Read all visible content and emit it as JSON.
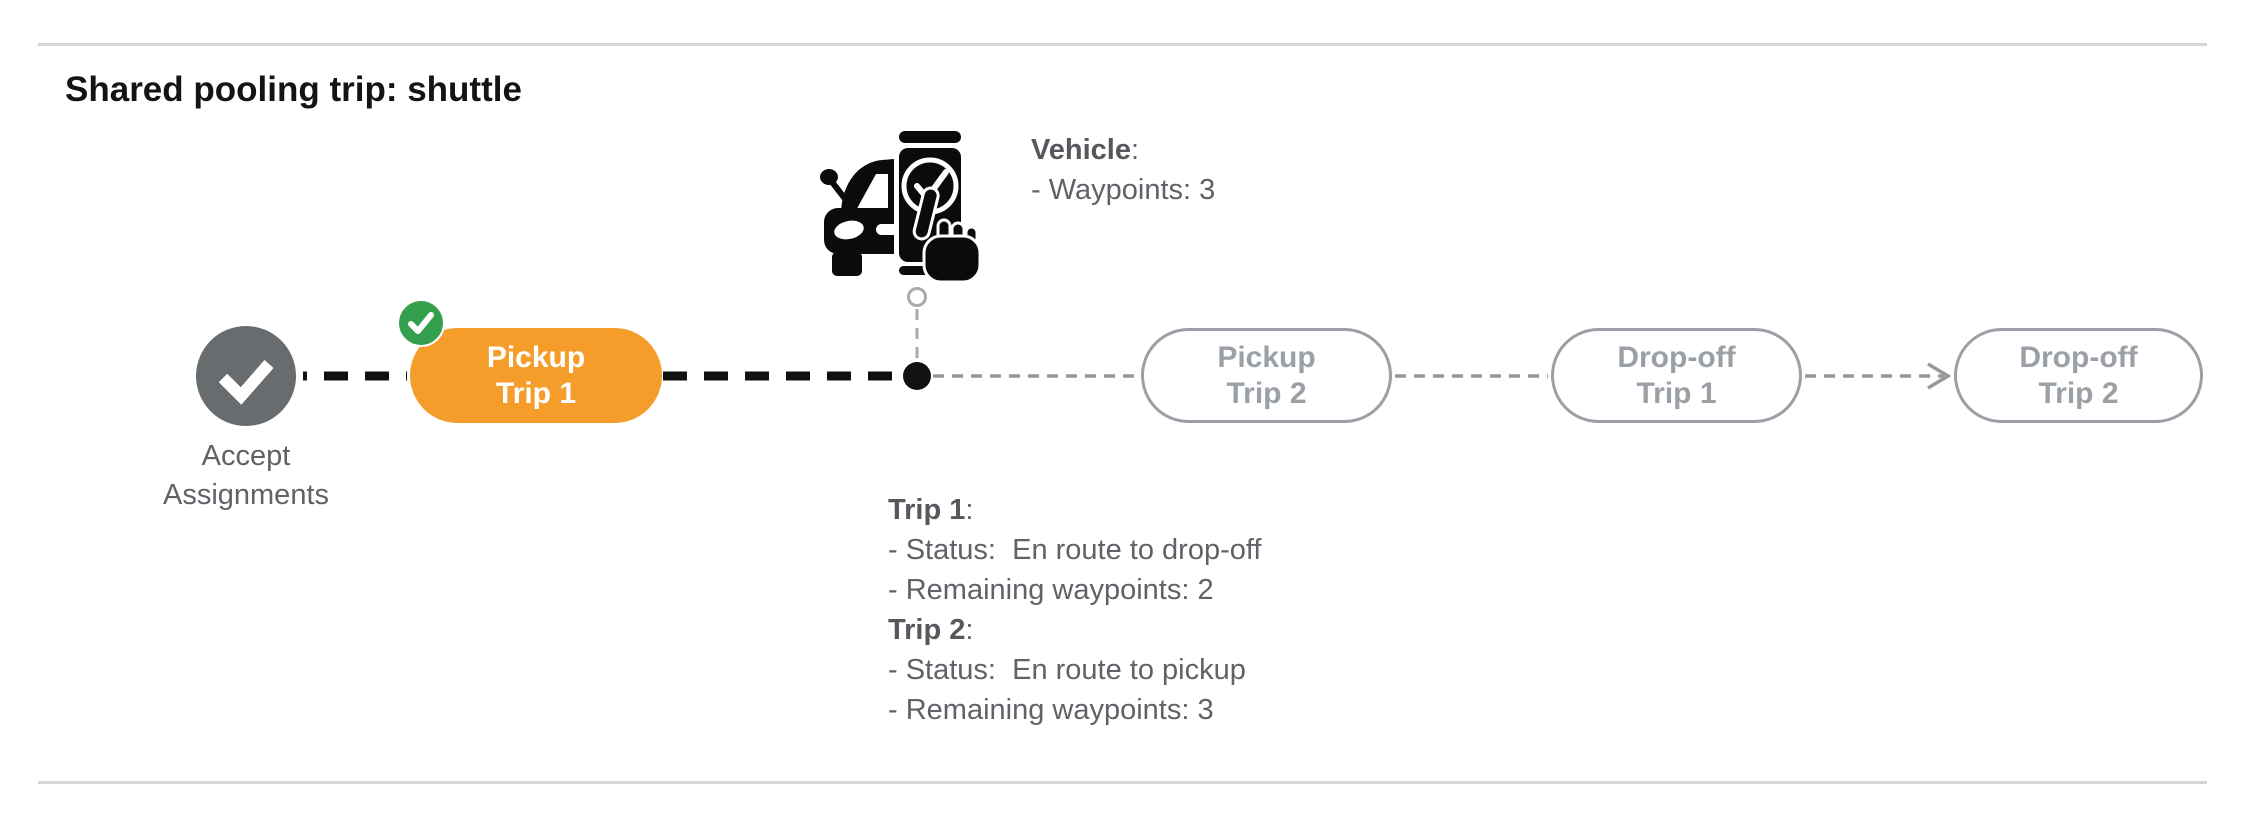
{
  "header": {
    "title": "Shared pooling trip: shuttle"
  },
  "vehicle_info": {
    "heading": "Vehicle",
    "heading_colon": ":",
    "lines": [
      "- Waypoints: 3"
    ]
  },
  "timeline": {
    "accept_label": [
      "Accept",
      "Assignments"
    ],
    "nodes": [
      {
        "line1": "Pickup",
        "line2": "Trip 1",
        "state": "active"
      },
      {
        "line1": "Pickup",
        "line2": "Trip 2",
        "state": "upcoming"
      },
      {
        "line1": "Drop-off",
        "line2": "Trip 1",
        "state": "upcoming"
      },
      {
        "line1": "Drop-off",
        "line2": "Trip 2",
        "state": "upcoming"
      }
    ]
  },
  "trip_details": {
    "sections": [
      {
        "heading": "Trip 1",
        "colon": ":",
        "lines": [
          "- Status:  En route to drop-off",
          "- Remaining waypoints: 2"
        ]
      },
      {
        "heading": "Trip 2",
        "colon": ":",
        "lines": [
          "- Status:  En route to pickup",
          "- Remaining waypoints: 3"
        ]
      }
    ]
  },
  "icons": {
    "vehicle": "car-with-phone-check-icon",
    "accept_node": "check-icon",
    "completed_badge": "check-icon",
    "current_position": "filled-dot",
    "vehicle_anchor": "open-dot",
    "next_arrow": "arrow-right-icon"
  },
  "colors": {
    "accent_orange": "#f49d2b",
    "success_green": "#34a04e",
    "completed_gray": "#696c6e",
    "pending_gray": "#9aa0a6",
    "text_gray": "#5f6368",
    "line_black": "#111111",
    "divider": "#d3d5d7"
  }
}
